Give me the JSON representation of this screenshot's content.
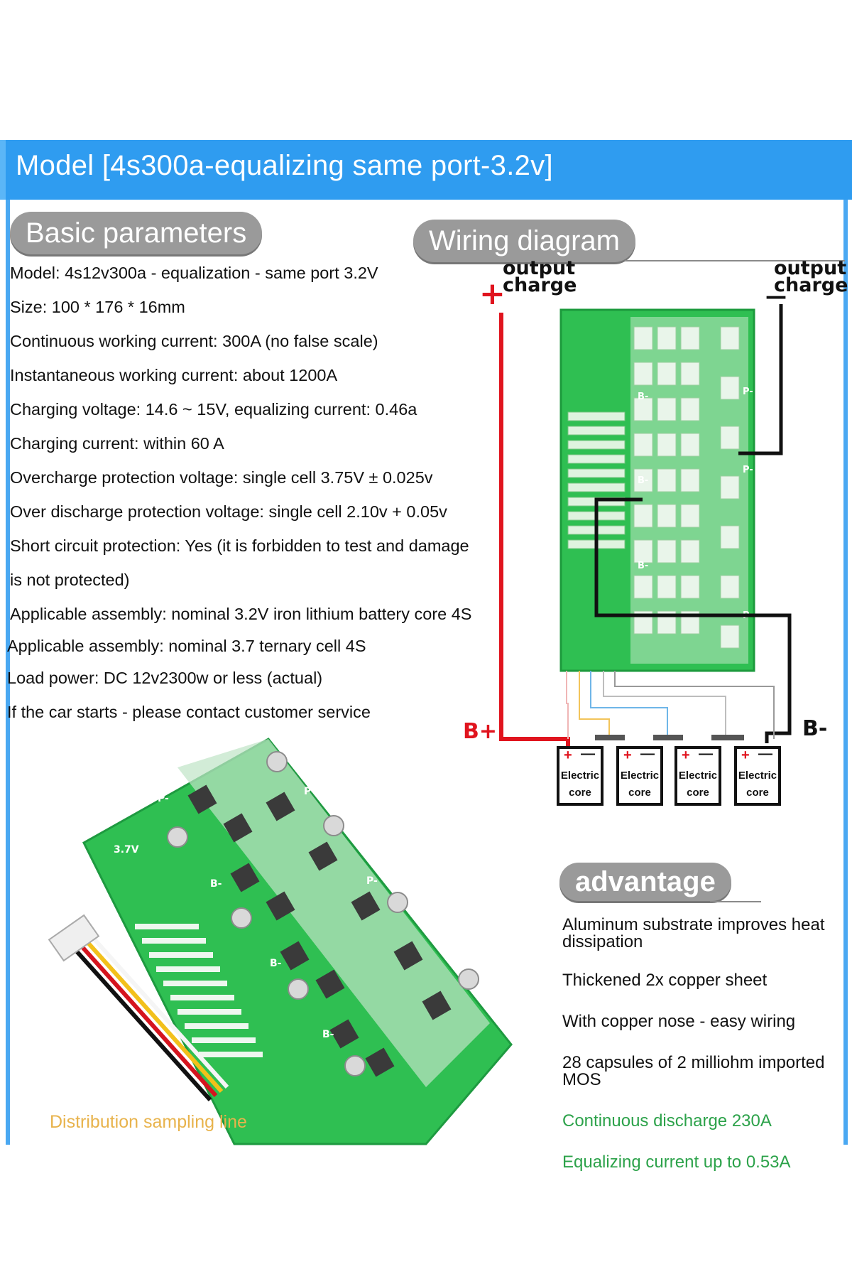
{
  "header": {
    "title": "Model [4s300a-equalizing same port-3.2v]"
  },
  "basic_parameters": {
    "heading": "Basic parameters",
    "items": [
      "Model: 4s12v300a - equalization - same port 3.2V",
      "Size: 100 * 176 * 16mm",
      "Continuous working current: 300A (no false scale)",
      "Instantaneous working current: about 1200A",
      "Charging voltage: 14.6 ~ 15V, equalizing current: 0.46a",
      "Charging current: within 60 A",
      "Overcharge protection voltage: single cell 3.75V ± 0.025v",
      "Over discharge protection voltage: single cell 2.10v + 0.05v",
      "Short circuit protection: Yes (it is forbidden to test and damage",
      "is not protected)",
      "Applicable assembly: nominal 3.2V iron lithium battery core 4S",
      "Applicable assembly: nominal 3.7 ternary cell 4S",
      "Load power: DC 12v2300w or less (actual)",
      "If the car starts - please contact customer service"
    ]
  },
  "wiring_diagram": {
    "heading": "Wiring diagram",
    "output_left": "output\ncharge",
    "output_right": "output\ncharge",
    "plus_sign": "+",
    "minus_sign": "—",
    "b_plus": "B+",
    "b_minus": "B-",
    "cells": [
      {
        "plus": "+",
        "minus": "—",
        "label": "Electric\ncore"
      },
      {
        "plus": "+",
        "minus": "—",
        "label": "Electric\ncore"
      },
      {
        "plus": "+",
        "minus": "—",
        "label": "Electric\ncore"
      },
      {
        "plus": "+",
        "minus": "—",
        "label": "Electric\ncore"
      }
    ],
    "board_marks": [
      "B-",
      "B-",
      "B-",
      "P-",
      "P-",
      "P-"
    ]
  },
  "product_photo": {
    "label": "Distribution sampling line",
    "board_marks": [
      "P-",
      "P-",
      "B-",
      "B-",
      "B-",
      "P-",
      "3.7V"
    ]
  },
  "advantage": {
    "heading": "advantage",
    "items": [
      {
        "text": "Aluminum substrate improves heat dissipation",
        "highlight": false
      },
      {
        "text": "Thickened 2x copper sheet",
        "highlight": false
      },
      {
        "text": "With copper nose - easy wiring",
        "highlight": false
      },
      {
        "text": "28 capsules of 2 milliohm imported MOS",
        "highlight": false
      },
      {
        "text": "Continuous discharge 230A",
        "highlight": true
      },
      {
        "text": "Equalizing current up to 0.53A",
        "highlight": true
      }
    ]
  },
  "colors": {
    "banner": "#2f9cf0",
    "pill": "#9a9a9a",
    "board": "#2fbf52",
    "wire_red": "#e0141e",
    "green_text": "#2ca24a",
    "label_yellow": "#e8b34c"
  }
}
